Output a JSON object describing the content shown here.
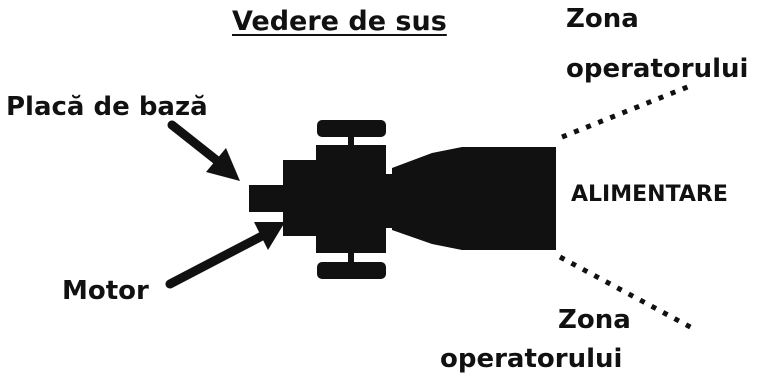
{
  "diagram": {
    "title": "Vedere de sus",
    "labels": {
      "base_plate": "Placă de bază",
      "motor": "Motor",
      "feed": "ALIMENTARE",
      "operator_zone_top_line1": "Zona",
      "operator_zone_top_line2": "operatorului",
      "operator_zone_bottom_line1": "Zona",
      "operator_zone_bottom_line2": "operatorului"
    },
    "colors": {
      "ink": "#111111",
      "background": "#ffffff"
    }
  }
}
